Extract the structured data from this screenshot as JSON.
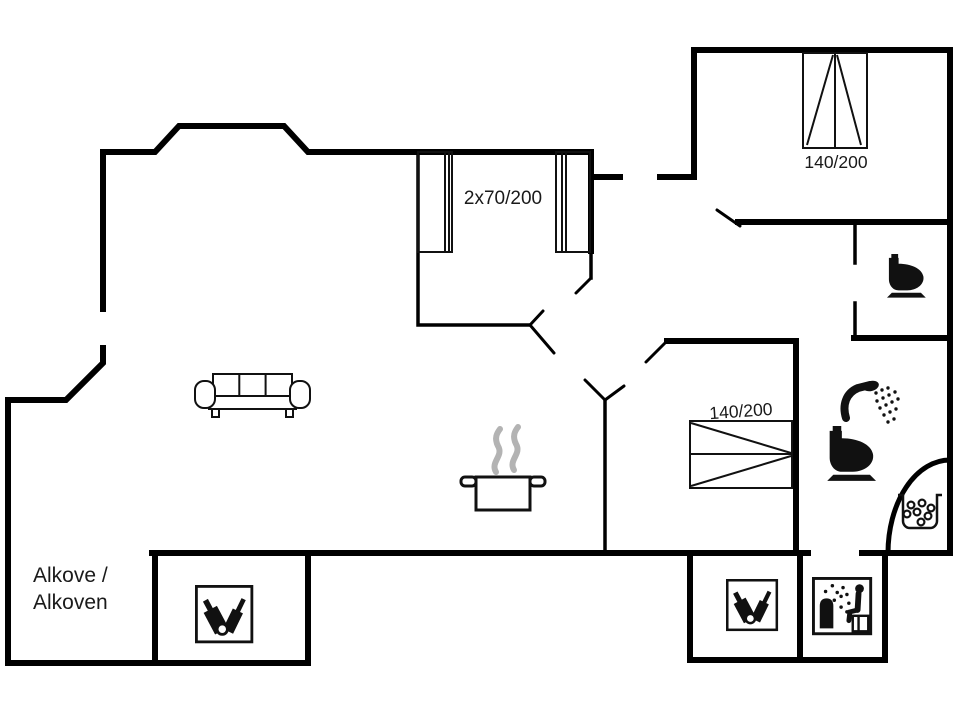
{
  "plan": {
    "title": "holiday-home-floor-plan",
    "labels": {
      "alcove": {
        "line1": "Alkove /",
        "line2": "Alkoven"
      },
      "twin_beds_room": "2x70/200",
      "bed_top_right": "140/200",
      "bed_middle_right": "140/200"
    },
    "icons": {
      "toilet_top": "toilet",
      "toilet_middle": "toilet",
      "shower": "shower-head-with-spray",
      "sofa": "three-seat-sofa",
      "kitchen": "cooking-pot-with-steam",
      "bottles_room_left": "tilted-bottles",
      "bottles_room_right": "tilted-bottles",
      "sauna": "sauna-person-with-steam",
      "spa": "tub-with-bubbles"
    },
    "colors": {
      "wall": "#000000",
      "furniture": "#111111",
      "steam": "#b3b3b3",
      "text": "#1a1a1a",
      "background": "#ffffff"
    }
  }
}
